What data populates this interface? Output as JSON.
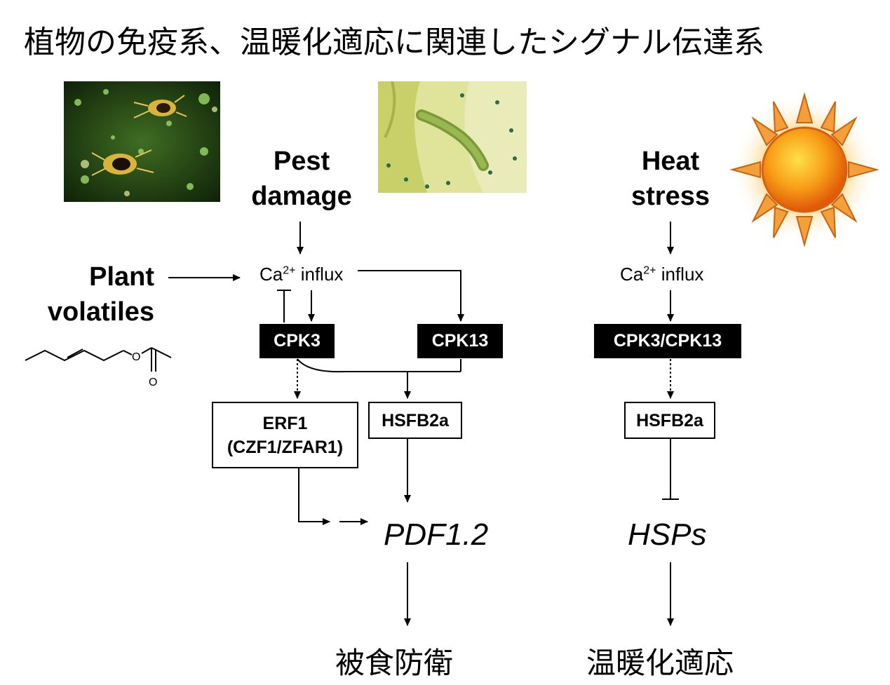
{
  "title": "植物の免疫系、温暖化適応に関連したシグナル伝達系",
  "left_pathway": {
    "stimulus_line1": "Pest",
    "stimulus_line2": "damage",
    "volatiles_line1": "Plant",
    "volatiles_line2": "volatiles",
    "ca_prefix": "Ca",
    "ca_sup": "2+",
    "ca_suffix": " influx",
    "kinase_a": "CPK3",
    "kinase_b": "CPK13",
    "tf_a_line1": "ERF1",
    "tf_a_line2": "(CZF1/ZFAR1)",
    "tf_b": "HSFB2a",
    "target_gene": "PDF1.2",
    "outcome": "被食防衛"
  },
  "right_pathway": {
    "stimulus_line1": "Heat",
    "stimulus_line2": "stress",
    "ca_prefix": "Ca",
    "ca_sup": "2+",
    "ca_suffix": " influx",
    "kinase": "CPK3/CPK13",
    "tf": "HSFB2a",
    "target_gene": "HSPs",
    "outcome": "温暖化適応"
  },
  "colors": {
    "mite_photo_bg": "#1f3d12",
    "caterpillar_photo_bg": "#d8e07a",
    "sun_core": "#f7a21a",
    "sun_rays": "#f4a034"
  }
}
